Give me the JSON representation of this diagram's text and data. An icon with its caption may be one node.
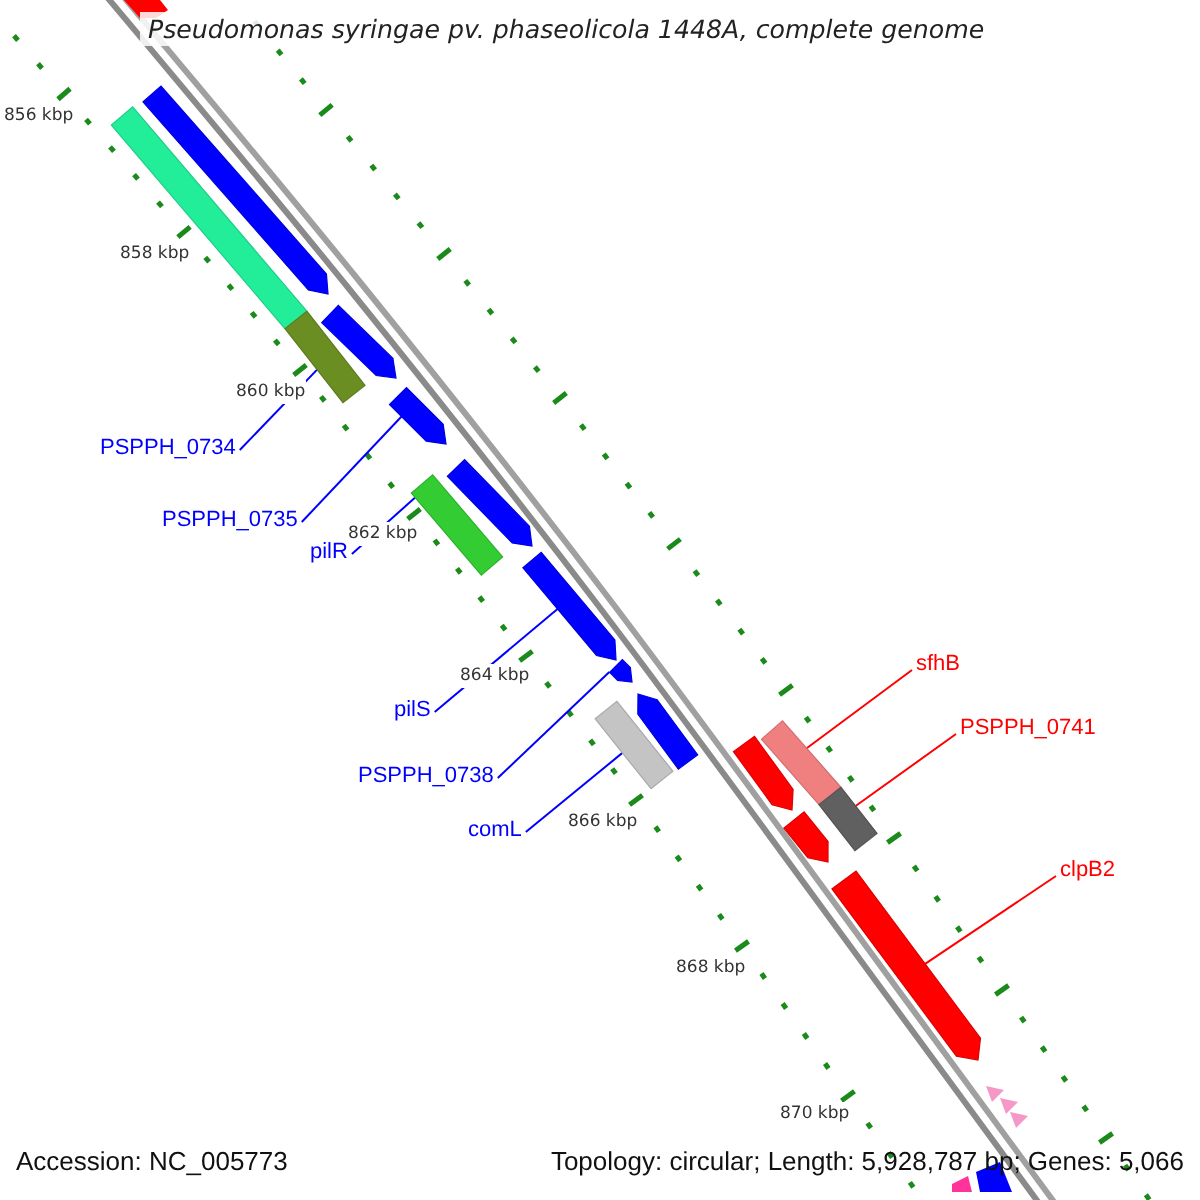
{
  "diagram": {
    "title": "Pseudomonas syringae pv. phaseolicola 1448A, complete genome",
    "nodes": [
      {
        "text": [],
        "shape": "pentagon"
      },
      {
        "text": [],
        "shape": "bar"
      },
      {
        "text": [],
        "shape": "pentagon"
      },
      {
        "text": [],
        "shape": "bar"
      },
      {
        "text": [],
        "shape": "pentagon"
      },
      {
        "text": [],
        "shape": "pentagon"
      },
      {
        "text": [],
        "shape": "bar"
      },
      {
        "text": [],
        "shape": "pentagon"
      },
      {
        "text": [],
        "shape": "pentagon"
      },
      {
        "text": [],
        "shape": "pentagon"
      },
      {
        "text": [],
        "shape": "bar"
      },
      {
        "text": [],
        "shape": "bar"
      },
      {
        "text": [],
        "shape": "pentagon"
      },
      {
        "text": [],
        "shape": "bar"
      },
      {
        "text": [],
        "shape": "pentagon"
      },
      {
        "text": [],
        "shape": "pentagon"
      },
      {
        "text": [
          "PSPPH_0734"
        ]
      },
      {
        "text": [
          "PSPPH_0735"
        ]
      },
      {
        "text": [
          "pilR"
        ]
      },
      {
        "text": [
          "pilS"
        ]
      },
      {
        "text": [
          "PSPPH_0738"
        ]
      },
      {
        "text": [
          "comL"
        ]
      },
      {
        "text": [
          "sfhB"
        ]
      },
      {
        "text": [
          "PSPPH_0741"
        ]
      },
      {
        "text": [
          "clpB2"
        ]
      }
    ],
    "edges": [
      {
        "from": 16,
        "to": 3,
        "arrow": "none"
      },
      {
        "from": 17,
        "to": 4,
        "arrow": "none"
      },
      {
        "from": 18,
        "to": 6,
        "arrow": "none"
      },
      {
        "from": 19,
        "to": 7,
        "arrow": "none"
      },
      {
        "from": 20,
        "to": 8,
        "arrow": "none"
      },
      {
        "from": 21,
        "to": 10,
        "arrow": "none"
      },
      {
        "from": 22,
        "to": 11,
        "arrow": "none",
        "color": "#ff0000"
      },
      {
        "from": 23,
        "to": 13,
        "arrow": "none",
        "color": "#ff0000"
      },
      {
        "from": 24,
        "to": 15,
        "arrow": "none",
        "color": "#ff0000"
      }
    ],
    "labels": [
      "856 kbp",
      "858 kbp",
      "860 kbp",
      "862 kbp",
      "864 kbp",
      "866 kbp",
      "868 kbp",
      "870 kbp",
      "Accession: NC_005773",
      "Topology: circular; Length: 5,928,787 bp; Genes: 5,066"
    ]
  }
}
